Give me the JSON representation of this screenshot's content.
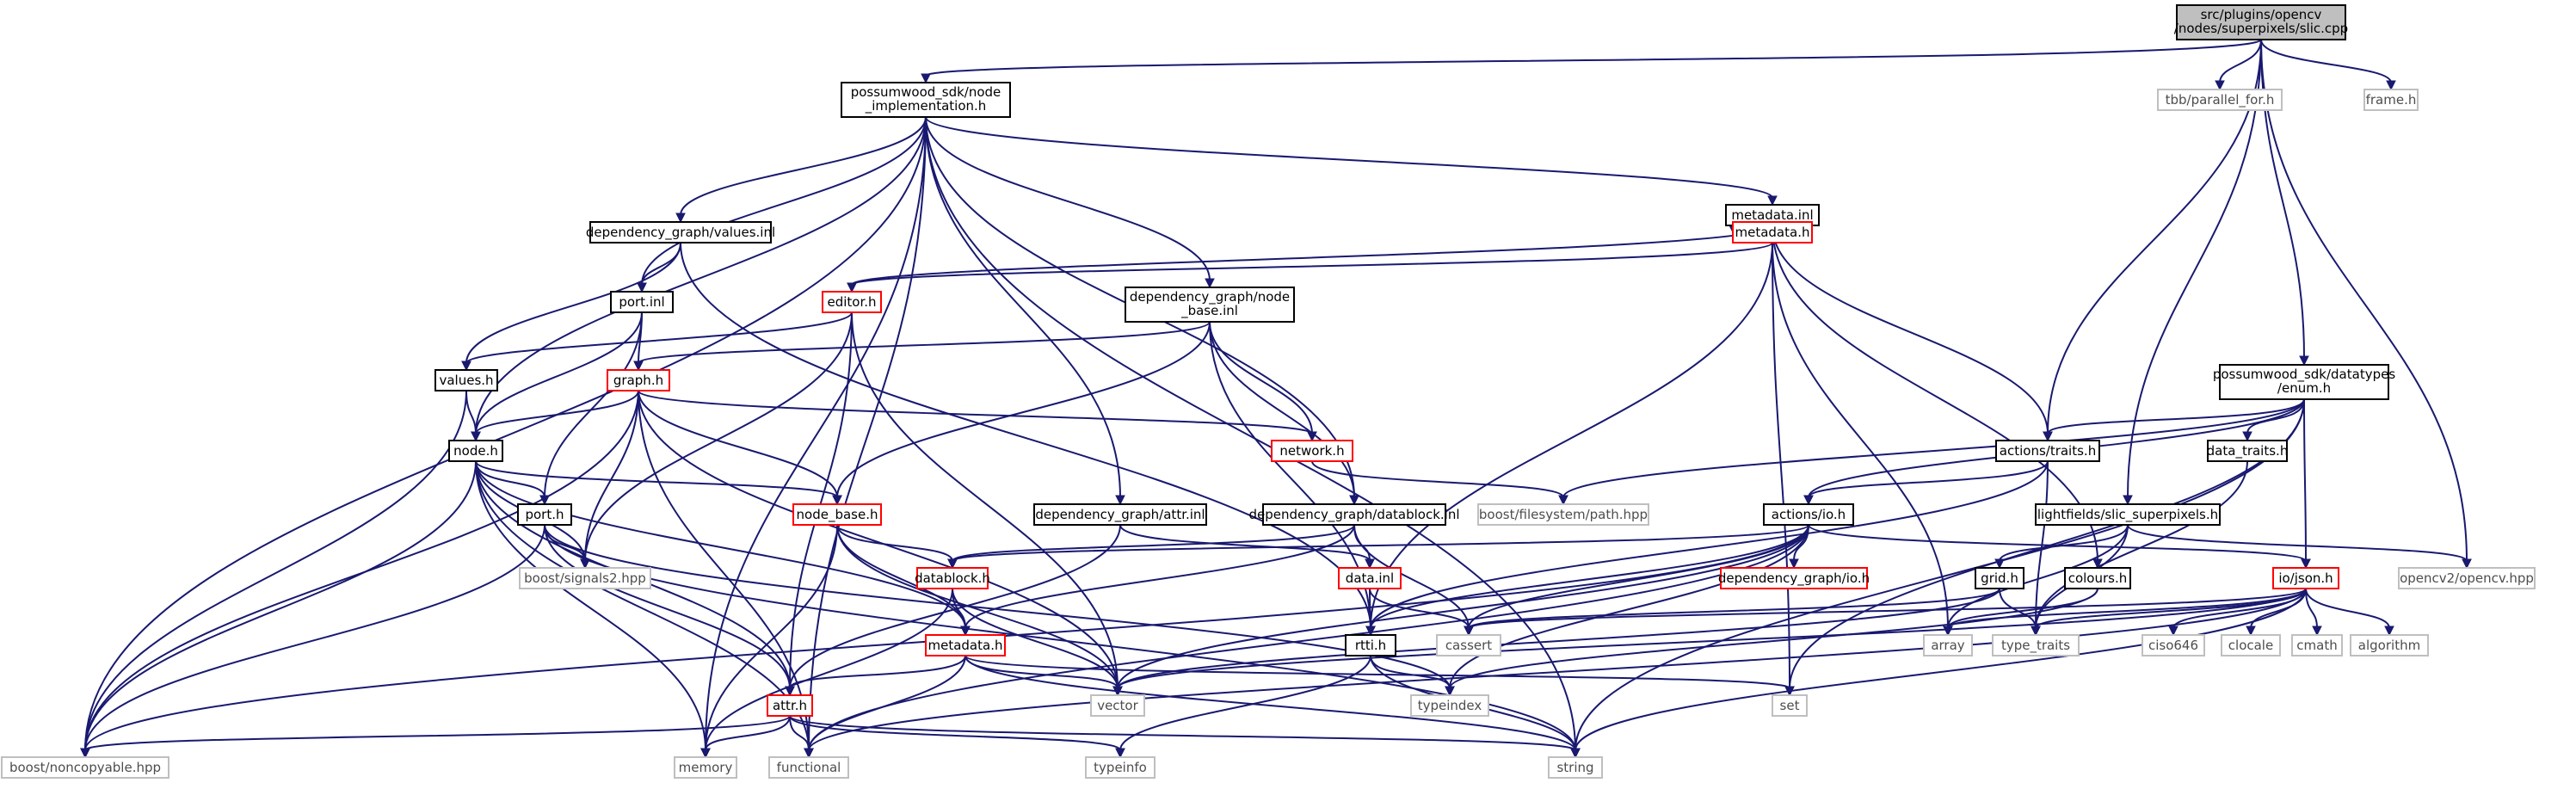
{
  "title": "",
  "colors": {
    "edge": "#191970",
    "root_fill": "#bfbfbf",
    "root_stroke": "#000000",
    "file_stroke": "#000000",
    "linked_stroke": "#ff0000",
    "external_stroke": "#bfbfbf",
    "external_text": "#4d4d4d",
    "node_fill": "#ffffff"
  },
  "nodes": {
    "slic": [
      "src/plugins/opencv",
      "/nodes/superpixels/slic.cpp"
    ],
    "nodeimpl": [
      "possumwood_sdk/node",
      "_implementation.h"
    ],
    "tbb": [
      "tbb/parallel_for.h"
    ],
    "frame": [
      "frame.h"
    ],
    "metadata_inl": [
      "metadata.inl"
    ],
    "values_inl": [
      "dependency_graph/values.inl"
    ],
    "metadata_h1": [
      "metadata.h"
    ],
    "port_inl": [
      "port.inl"
    ],
    "editor": [
      "editor.h"
    ],
    "nodebase_inl": [
      "dependency_graph/node",
      "_base.inl"
    ],
    "values_h": [
      "values.h"
    ],
    "graph_h": [
      "graph.h"
    ],
    "enum_h": [
      "possumwood_sdk/datatypes",
      "/enum.h"
    ],
    "actions_traits": [
      "actions/traits.h"
    ],
    "node_h": [
      "node.h"
    ],
    "network_h": [
      "network.h"
    ],
    "data_traits": [
      "data_traits.h"
    ],
    "fs_path": [
      "boost/filesystem/path.hpp"
    ],
    "port_h": [
      "port.h"
    ],
    "node_base_h": [
      "node_base.h"
    ],
    "attr_inl": [
      "dependency_graph/attr.inl"
    ],
    "datablock_inl": [
      "dependency_graph/datablock.inl"
    ],
    "actions_io": [
      "actions/io.h"
    ],
    "lf_slic": [
      "lightfields/slic_superpixels.h"
    ],
    "opencv": [
      "opencv2/opencv.hpp"
    ],
    "signals2": [
      "boost/signals2.hpp"
    ],
    "datablock_h": [
      "datablock.h"
    ],
    "data_inl": [
      "data.inl"
    ],
    "dg_io": [
      "dependency_graph/io.h"
    ],
    "grid_h": [
      "grid.h"
    ],
    "colours_h": [
      "colours.h"
    ],
    "io_json": [
      "io/json.h"
    ],
    "metadata_h2": [
      "metadata.h"
    ],
    "rtti_h": [
      "rtti.h"
    ],
    "cassert": [
      "cassert"
    ],
    "array": [
      "array"
    ],
    "type_traits": [
      "type_traits"
    ],
    "ciso646": [
      "ciso646"
    ],
    "clocale": [
      "clocale"
    ],
    "cmath": [
      "cmath"
    ],
    "algorithm": [
      "algorithm"
    ],
    "attr_h": [
      "attr.h"
    ],
    "vector": [
      "vector"
    ],
    "typeindex": [
      "typeindex"
    ],
    "set": [
      "set"
    ],
    "noncopyable": [
      "boost/noncopyable.hpp"
    ],
    "memory": [
      "memory"
    ],
    "functional": [
      "functional"
    ],
    "typeinfo": [
      "typeinfo"
    ],
    "string": [
      "string"
    ]
  }
}
